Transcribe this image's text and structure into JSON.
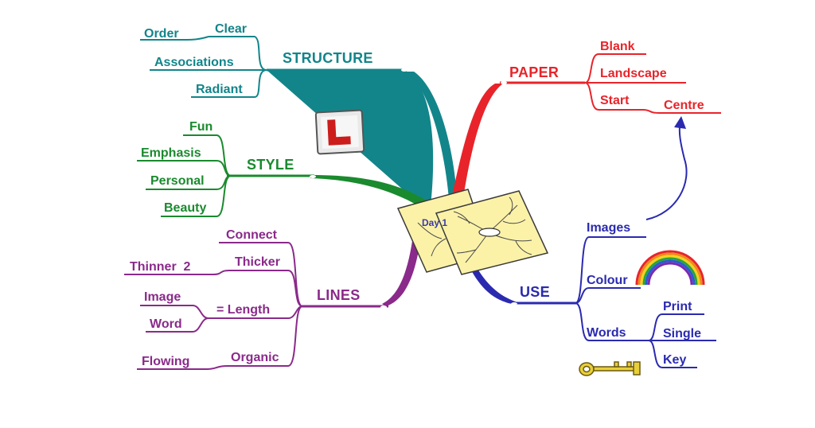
{
  "colors": {
    "structure": "#12858a",
    "paper": "#e8242a",
    "style": "#1a8a2e",
    "lines": "#8a2a8a",
    "use": "#2a2ab0"
  },
  "center": {
    "label": "Day 1",
    "icon": "paper-sheets-icon"
  },
  "branches": {
    "structure": {
      "label": "STRUCTURE",
      "subs": {
        "clear": "Clear",
        "order": "Order",
        "associations": "Associations",
        "radiant": "Radiant"
      }
    },
    "style": {
      "label": "STYLE",
      "subs": {
        "fun": "Fun",
        "emphasis": "Emphasis",
        "personal": "Personal",
        "beauty": "Beauty"
      },
      "icon": "learner-plate-icon"
    },
    "lines": {
      "label": "LINES",
      "subs": {
        "connect": "Connect",
        "thicker": "Thicker",
        "thinner": "Thinner  2",
        "length": "= Length",
        "image": "Image",
        "word": "Word",
        "organic": "Organic",
        "flowing": "Flowing"
      }
    },
    "paper": {
      "label": "PAPER",
      "subs": {
        "blank": "Blank",
        "landscape": "Landscape",
        "start": "Start",
        "centre": "Centre"
      }
    },
    "use": {
      "label": "USE",
      "subs": {
        "images": "Images",
        "colour": "Colour",
        "words": "Words",
        "print": "Print",
        "single": "Single",
        "key": "Key"
      },
      "icons": [
        "rainbow-icon",
        "key-icon",
        "arrow-icon"
      ]
    }
  }
}
